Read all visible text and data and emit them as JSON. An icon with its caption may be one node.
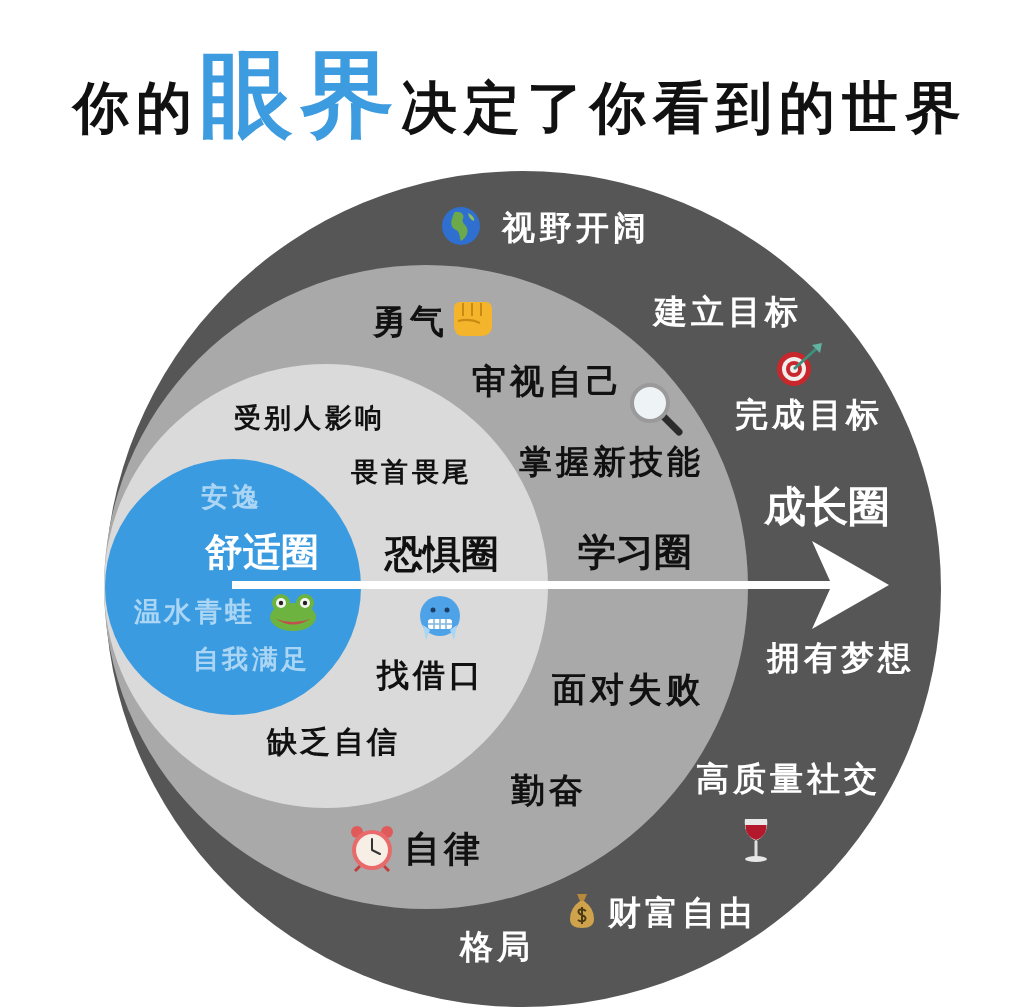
{
  "diagram": {
    "title": "你的**眼界**决定了你看到的世界",
    "nodes": [
      {
        "text": [
          "视野开阔",
          "建立目标",
          "完成目标",
          "成长圈",
          "拥有梦想",
          "高质量社交",
          "财富自由",
          "格局"
        ]
      },
      {
        "text": [
          "勇气",
          "审视自己",
          "掌握新技能",
          "学习圈",
          "面对失败",
          "勤奋",
          "自律"
        ],
        "in": 0
      },
      {
        "text": [
          "受别人影响",
          "畏首畏尾",
          "恐惧圈",
          "找借口",
          "缺乏自信"
        ],
        "in": 1
      },
      {
        "text": [
          "安逸",
          "舒适圈",
          "温水青蛙",
          "自我满足"
        ],
        "in": 2
      }
    ]
  }
}
